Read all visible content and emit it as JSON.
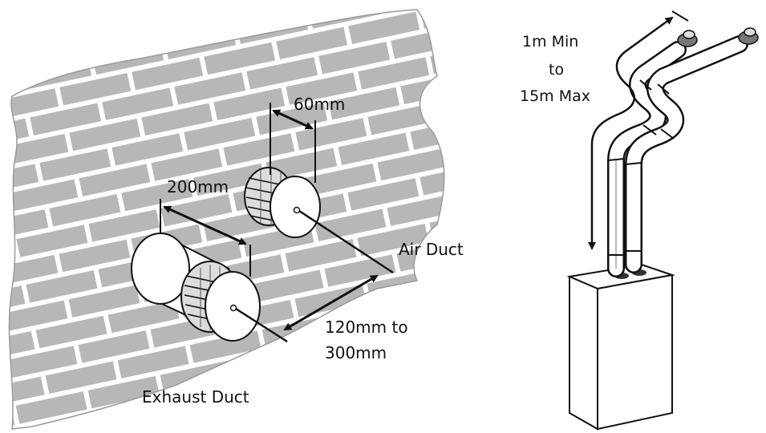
{
  "labels": {
    "dim_60": "60mm",
    "dim_200": "200mm",
    "air_duct": "Air Duct",
    "dim_120_line1": "120mm to",
    "dim_120_line2": "300mm",
    "exhaust_duct": "Exhaust Duct",
    "length_line1": "1m Min",
    "length_line2": "to",
    "length_line3": "15m Max"
  },
  "colors": {
    "wall": "#b7b7b7",
    "mortar": "#ffffff",
    "outline": "#111111",
    "duct_fill": "#ffffff",
    "terminal_fill": "#e0e0e0"
  }
}
